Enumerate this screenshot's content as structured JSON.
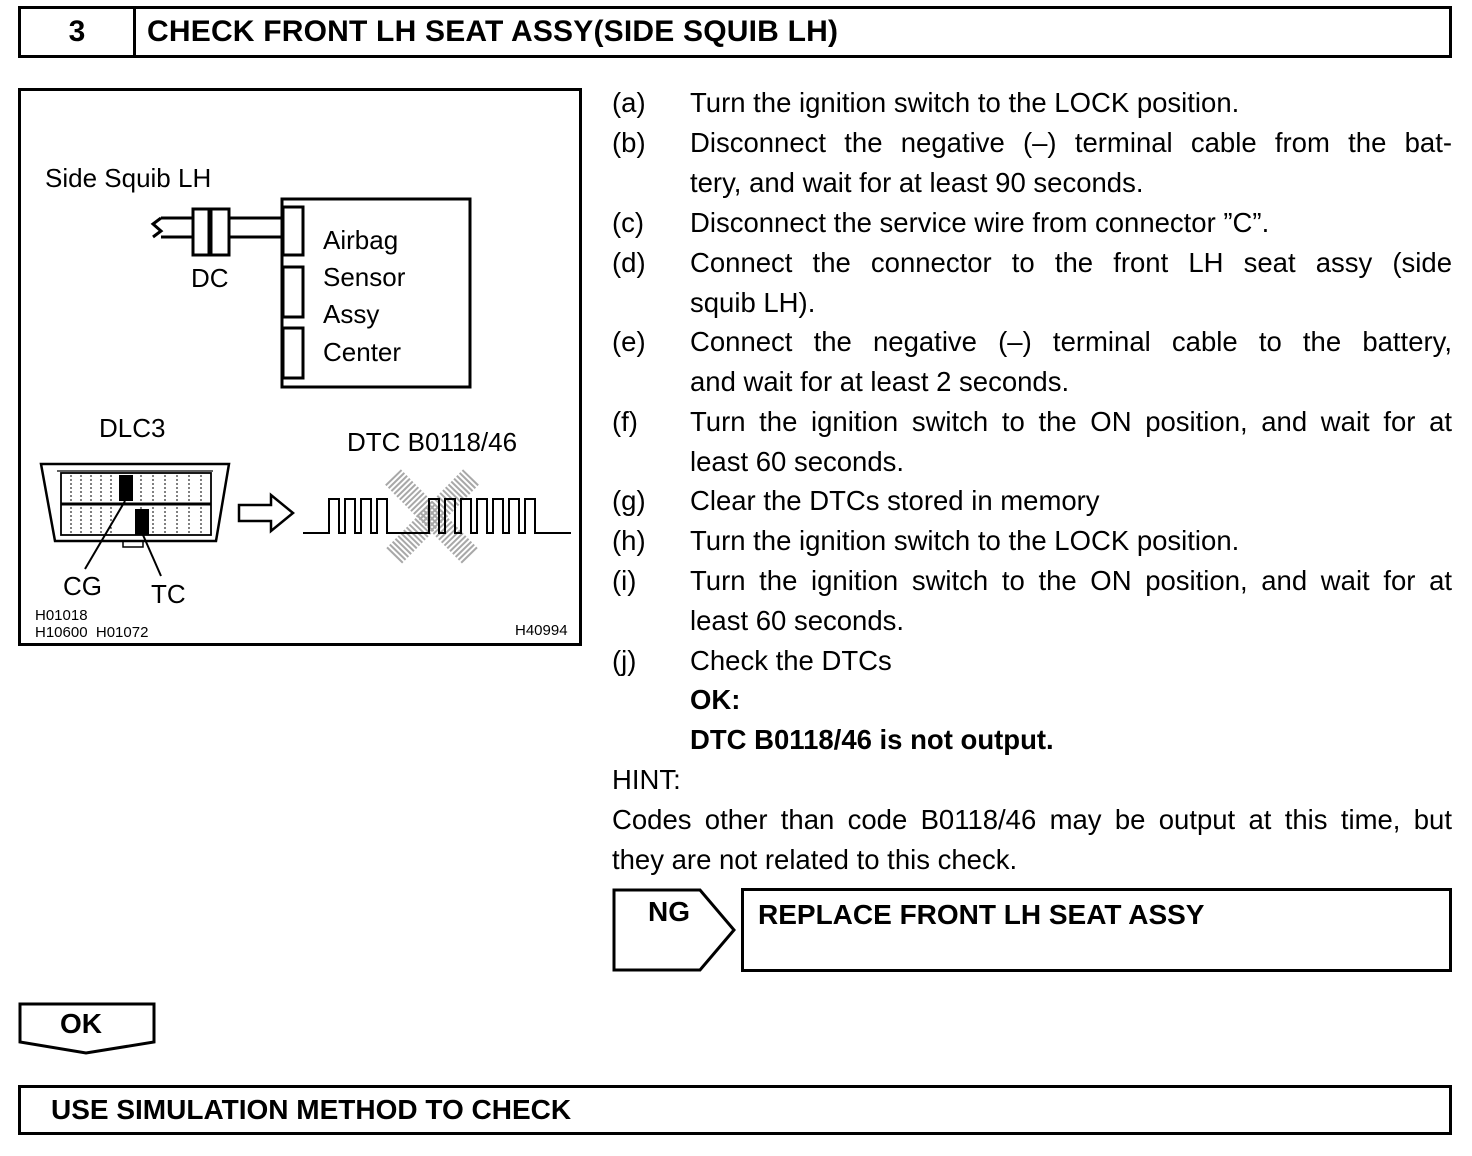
{
  "header": {
    "step_number": "3",
    "title": "CHECK FRONT LH SEAT ASSY(SIDE SQUIB LH)"
  },
  "diagram": {
    "side_squib_label": "Side Squib LH",
    "dc_label": "DC",
    "sensor_label_lines": [
      "Airbag",
      "Sensor",
      "Assy",
      "Center"
    ],
    "dlc3_label": "DLC3",
    "dtc_label": "DTC B0118/46",
    "cg_label": "CG",
    "tc_label": "TC",
    "ref_codes": [
      "H01018",
      "H10600  H01072"
    ],
    "figure_code": "H40994"
  },
  "steps": [
    {
      "letter": "(a)",
      "text": "Turn the ignition switch to the LOCK position."
    },
    {
      "letter": "(b)",
      "text": "Disconnect the negative (–) terminal cable from the bat-",
      "text2": "tery, and wait for at least 90 seconds."
    },
    {
      "letter": "(c)",
      "text": "Disconnect the service wire from connector ”C”."
    },
    {
      "letter": "(d)",
      "text": "Connect the connector to the front LH seat assy (side",
      "text2": "squib LH)."
    },
    {
      "letter": "(e)",
      "text": "Connect the negative (–) terminal cable to the battery,",
      "text2": "and wait for at least 2 seconds."
    },
    {
      "letter": "(f)",
      "text": "Turn the ignition switch to the ON position, and wait for at",
      "text2": "least 60 seconds."
    },
    {
      "letter": "(g)",
      "text": "Clear the DTCs stored in memory"
    },
    {
      "letter": "(h)",
      "text": "Turn the ignition switch to the LOCK position."
    },
    {
      "letter": "(i)",
      "text": "Turn the ignition switch to the ON position, and wait for at",
      "text2": "least 60 seconds."
    },
    {
      "letter": "(j)",
      "text": "Check the DTCs"
    }
  ],
  "ok_condition": {
    "label": "OK:",
    "text": "DTC B0118/46 is not output."
  },
  "hint": {
    "label": "HINT:",
    "line1": "Codes other than code B0118/46 may be output at this time, but",
    "line2": "they are not related to this check."
  },
  "ng": {
    "label": "NG",
    "action": "REPLACE FRONT LH SEAT ASSY"
  },
  "ok_arrow_label": "OK",
  "next_step": "USE SIMULATION METHOD TO CHECK"
}
